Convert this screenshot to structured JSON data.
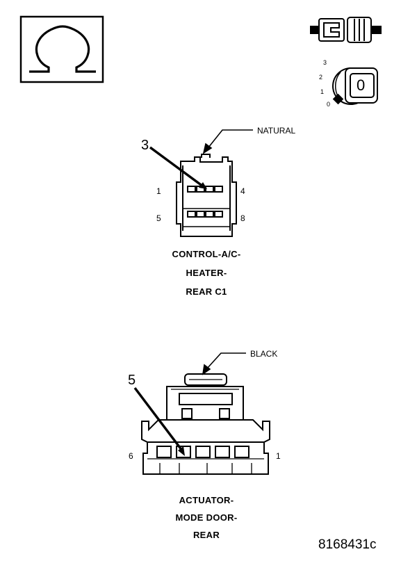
{
  "ohm_symbol": {
    "glyph": "Ω",
    "icon": "ohm-meter-icon"
  },
  "ignition": {
    "icon": "ignition-key-off-icon",
    "positions": [
      "3",
      "2",
      "1",
      "0"
    ],
    "key_label": "0"
  },
  "connector_icon": "disconnected-connector-icon",
  "connector_1": {
    "color_label": "NATURAL",
    "pin_callout": "3",
    "pin_labels": {
      "top_left": "1",
      "top_right": "4",
      "bottom_left": "5",
      "bottom_right": "8"
    },
    "name_lines": [
      "CONTROL-A/C-",
      "HEATER-",
      "REAR C1"
    ]
  },
  "connector_2": {
    "color_label": "BLACK",
    "pin_callout": "5",
    "pin_labels": {
      "left": "6",
      "right": "1"
    },
    "name_lines": [
      "ACTUATOR-",
      "MODE DOOR-",
      "REAR"
    ]
  },
  "figure_id": "8168431c"
}
